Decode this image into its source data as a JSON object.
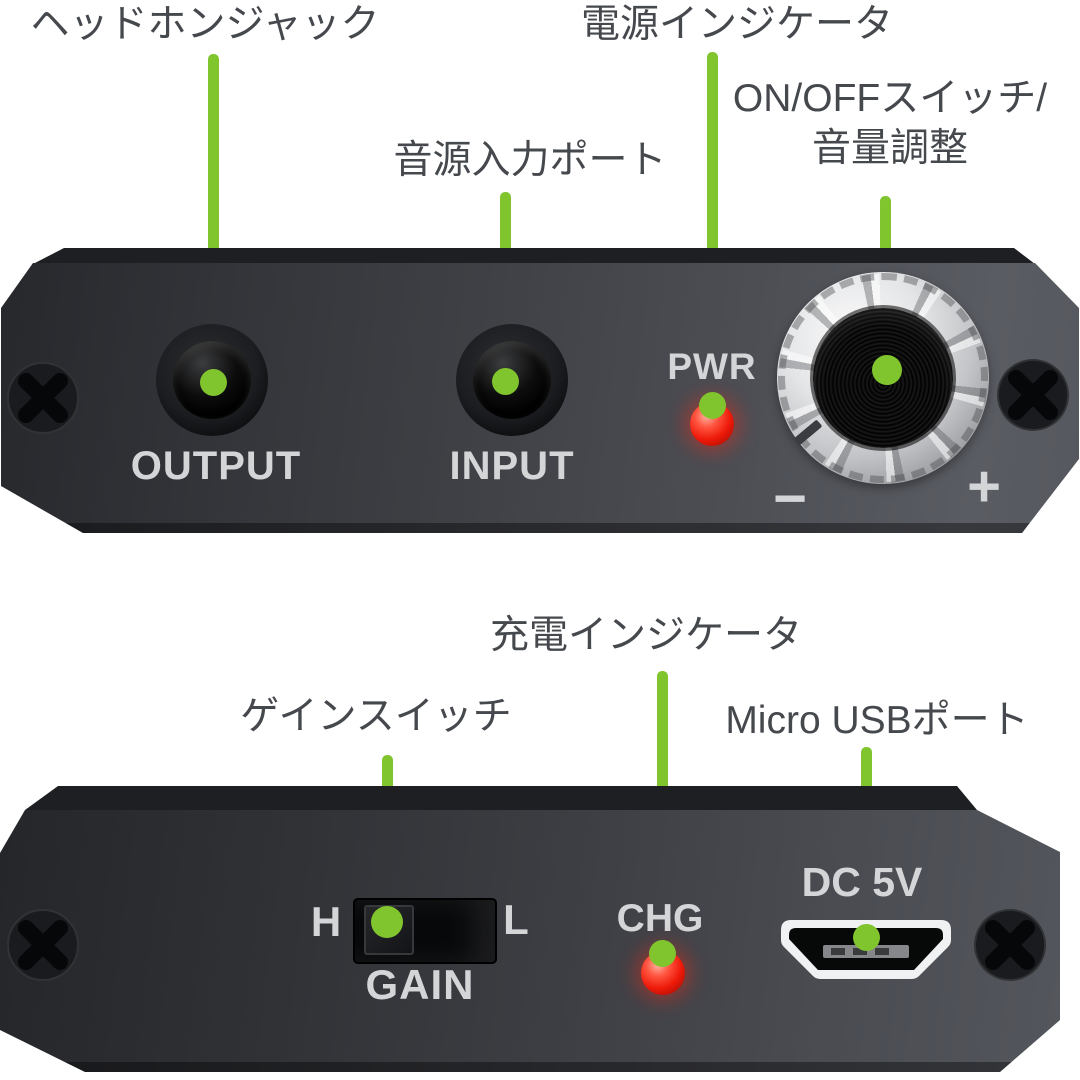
{
  "title": "Headphone amplifier annotated diagram",
  "colors": {
    "callout_green": "#80c42e",
    "led_red": "#ee1a0a",
    "panel_dark": "#3f4146",
    "panel_text": "#d4d5d7",
    "label_text": "#45484d"
  },
  "callouts": {
    "headphone_jack": {
      "label": "ヘッドホンジャック"
    },
    "power_indicator": {
      "label": "電源インジケータ"
    },
    "onoff_volume": {
      "label_line1": "ON/OFFスイッチ/",
      "label_line2": "音量調整"
    },
    "audio_input": {
      "label": "音源入力ポート"
    },
    "gain_switch": {
      "label": "ゲインスイッチ"
    },
    "charge_indicator": {
      "label": "充電インジケータ"
    },
    "micro_usb": {
      "label": "Micro USBポート"
    }
  },
  "front_panel": {
    "output_label": "OUTPUT",
    "input_label": "INPUT",
    "pwr_label": "PWR",
    "minus_label": "−",
    "plus_label": "+"
  },
  "back_panel": {
    "gain_high_label": "H",
    "gain_low_label": "L",
    "gain_label": "GAIN",
    "chg_label": "CHG",
    "dc_label": "DC 5V"
  }
}
